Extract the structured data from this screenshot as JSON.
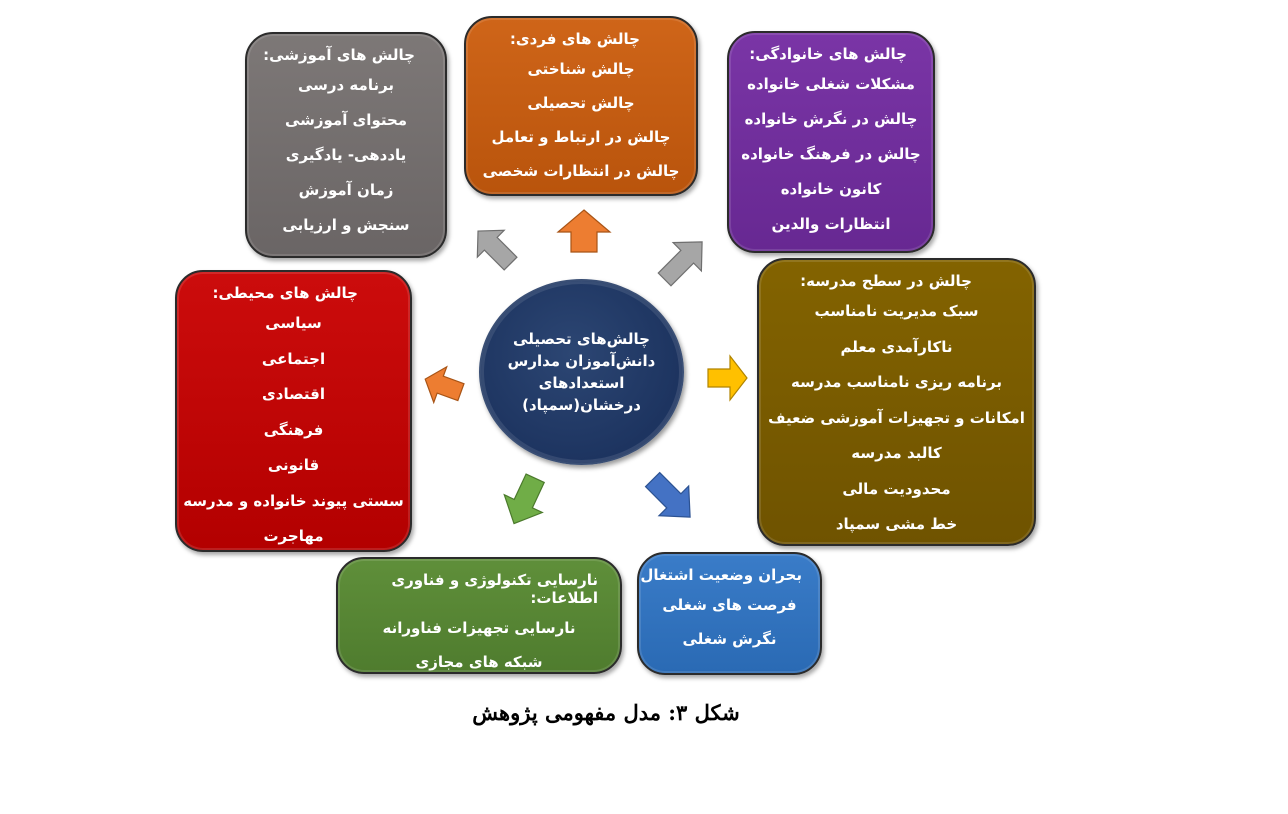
{
  "center": {
    "lines": [
      "چالش‌های تحصیلی",
      "دانش‌آموزان مدارس",
      "استعدادهای",
      "درخشان(سمپاد)"
    ]
  },
  "boxes": {
    "educational": {
      "title": "چالش های آموزشی:",
      "items": [
        "برنامه درسی",
        "محتوای آموزشی",
        "یاددهی- یادگیری",
        "زمان آموزش",
        "سنجش و ارزیابی"
      ]
    },
    "individual": {
      "title": "چالش های فردی:",
      "items": [
        "چالش شناختی",
        "چالش تحصیلی",
        "چالش در ارتباط و تعامل",
        "چالش در انتظارات شخصی"
      ]
    },
    "family": {
      "title": "چالش های خانوادگی:",
      "items": [
        "مشکلات شغلی خانواده",
        "چالش در نگرش خانواده",
        "چالش در فرهنگ خانواده",
        "کانون خانواده",
        "انتظارات والدین"
      ]
    },
    "environment": {
      "title": "چالش های محیطی:",
      "items": [
        "سیاسی",
        "اجتماعی",
        "اقتصادی",
        "فرهنگی",
        "قانونی",
        "سستی پیوند خانواده و مدرسه",
        "مهاجرت"
      ]
    },
    "school": {
      "title": "چالش در سطح مدرسه:",
      "items": [
        "سبک مدیریت نامناسب",
        "ناکارآمدی معلم",
        "برنامه ریزی نامناسب مدرسه",
        "امکانات و تجهیزات آموزشی ضعیف",
        "کالبد مدرسه",
        "محدودیت مالی",
        "خط مشی سمپاد"
      ]
    },
    "tech": {
      "title": "نارسایی تکنولوژی و فناوری اطلاعات:",
      "items": [
        "نارسایی تجهیزات فناورانه",
        "شبکه های مجازی"
      ]
    },
    "employment": {
      "title": "بحران  وضعیت اشتغال",
      "items": [
        "فرصت های شغلی",
        "نگرش شغلی"
      ]
    }
  },
  "caption": "شکل ۳: مدل مفهومی پژوهش",
  "colors": {
    "educational": "#726d6c",
    "individual": "#c35c12",
    "family": "#6f2f9e",
    "environment": "#c00000",
    "school": "#7a5c00",
    "tech": "#568533",
    "employment": "#3171bd",
    "center": "#1f3864",
    "arrow_gray": "#a6a6a6",
    "arrow_orange": "#ed7d31",
    "arrow_yellow": "#ffc000",
    "arrow_green": "#70ad47",
    "arrow_blue": "#4472c4"
  }
}
